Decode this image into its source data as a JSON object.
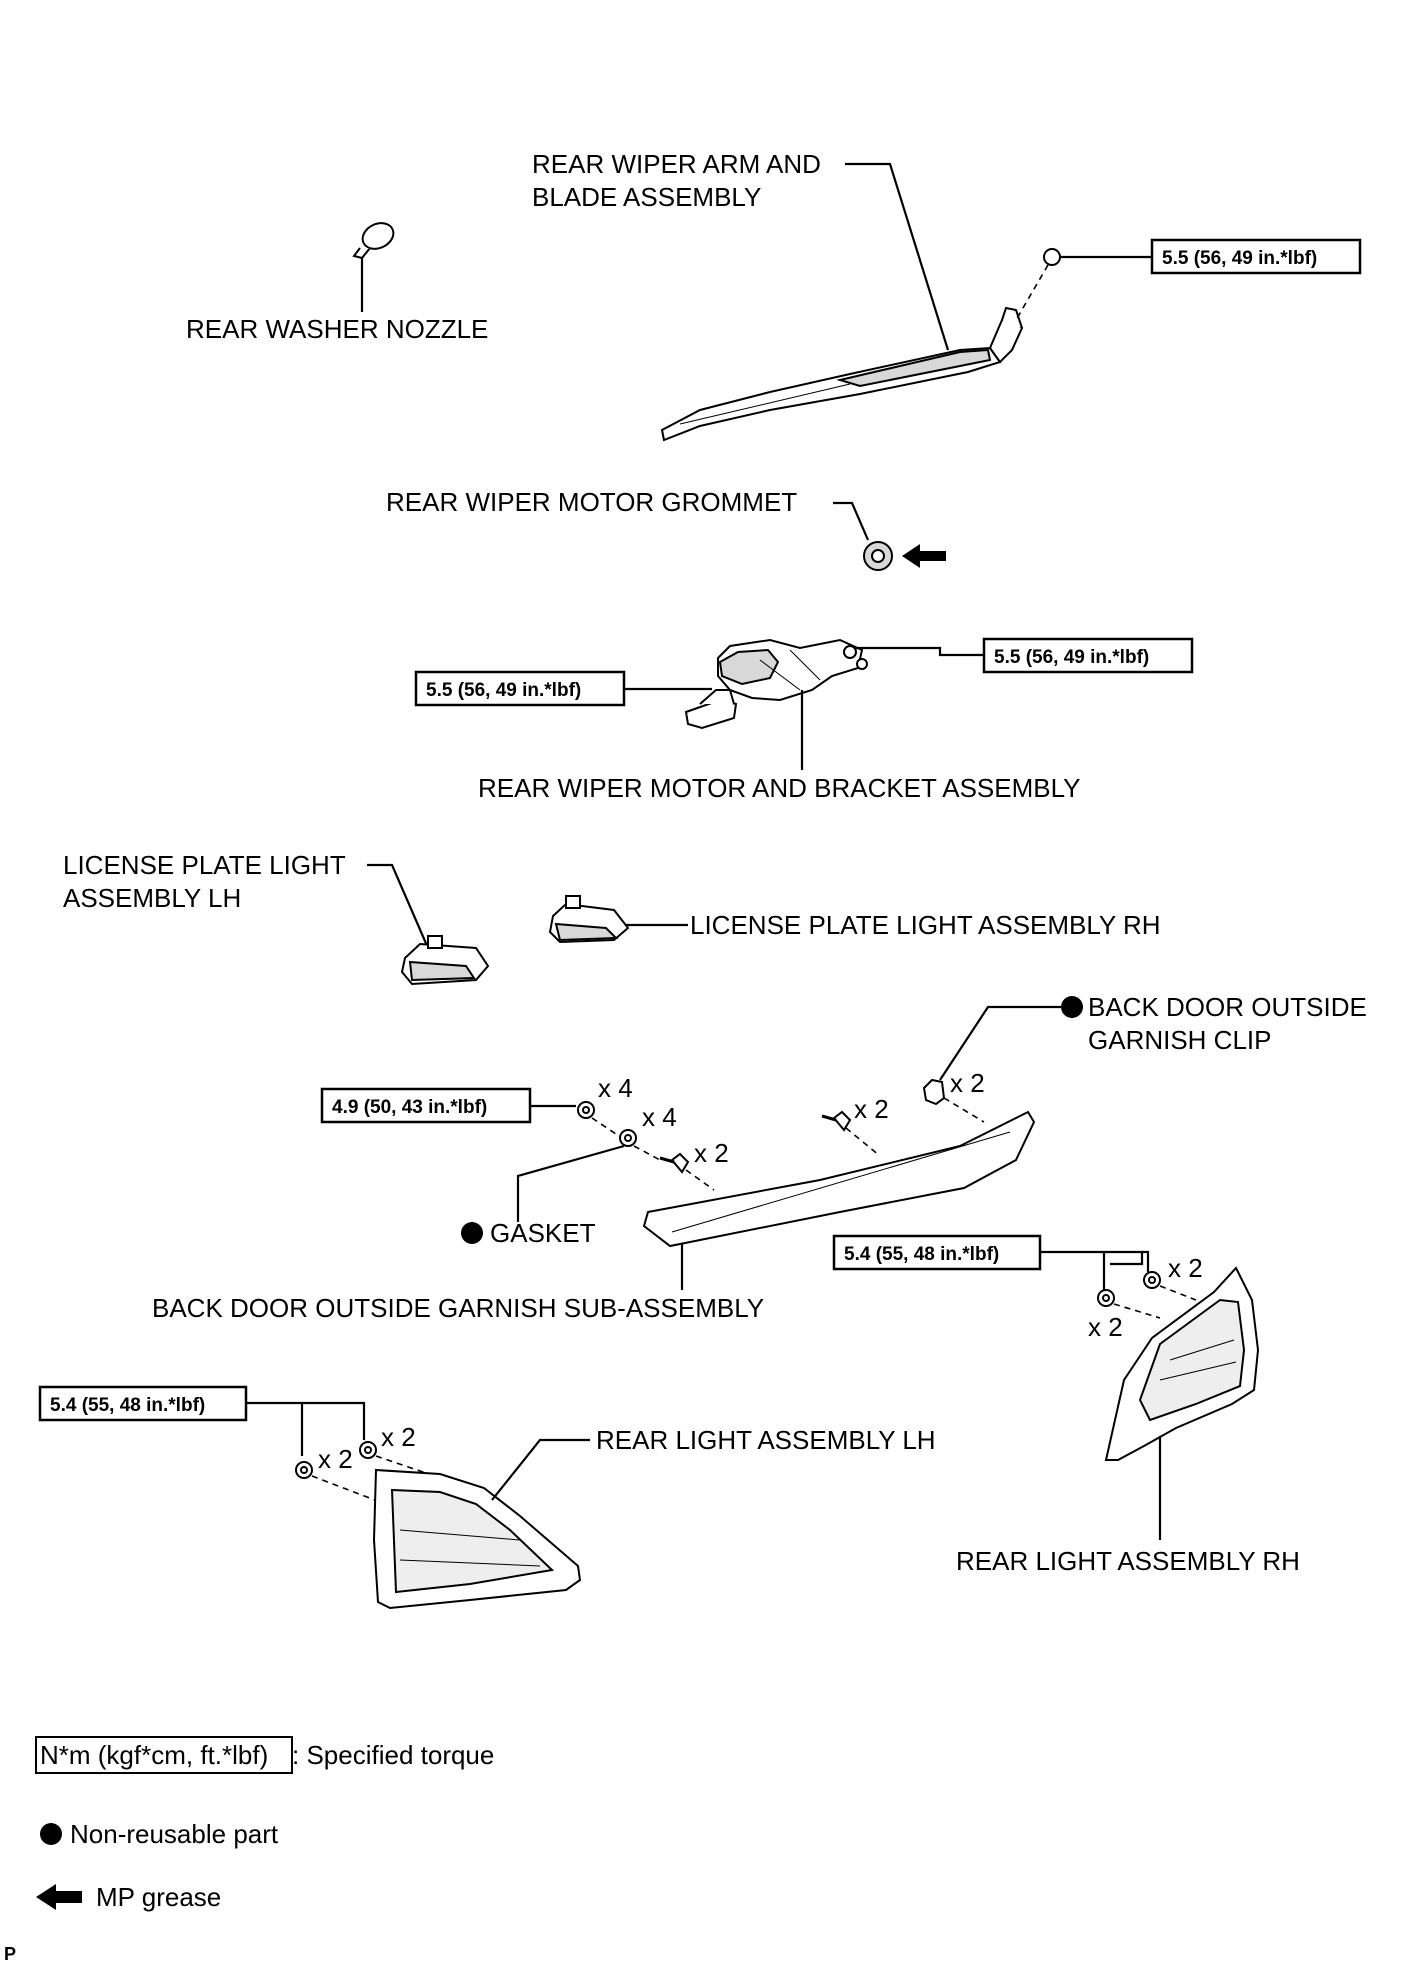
{
  "labels": {
    "rear_wiper_arm_line1": "REAR WIPER ARM AND",
    "rear_wiper_arm_line2": "BLADE ASSEMBLY",
    "rear_washer_nozzle": "REAR WASHER NOZZLE",
    "rear_wiper_motor_grommet": "REAR WIPER MOTOR GROMMET",
    "rear_wiper_motor_bracket": "REAR WIPER MOTOR AND BRACKET ASSEMBLY",
    "license_lh_line1": "LICENSE PLATE LIGHT",
    "license_lh_line2": "ASSEMBLY LH",
    "license_rh": "LICENSE PLATE LIGHT ASSEMBLY RH",
    "garnish_clip_line1": "BACK DOOR OUTSIDE",
    "garnish_clip_line2": "GARNISH CLIP",
    "gasket": "GASKET",
    "garnish_sub": "BACK DOOR OUTSIDE GARNISH SUB-ASSEMBLY",
    "rear_light_lh": "REAR LIGHT ASSEMBLY LH",
    "rear_light_rh": "REAR LIGHT ASSEMBLY RH"
  },
  "torques": {
    "wiper_arm": "5.5 (56, 49 in.*lbf)",
    "motor_left": "5.5 (56, 49 in.*lbf)",
    "motor_right": "5.5 (56, 49 in.*lbf)",
    "garnish": "4.9 (50, 43 in.*lbf)",
    "light_rh": "5.4 (55, 48 in.*lbf)",
    "light_lh": "5.4 (55, 48 in.*lbf)"
  },
  "counts": {
    "garnish_nut": "x 4",
    "gasket": "x 4",
    "garnish_screw_left": "x 2",
    "garnish_screw_right": "x 2",
    "garnish_clip": "x 2",
    "light_rh_upper": "x 2",
    "light_rh_lower": "x 2",
    "light_lh_right": "x 2",
    "light_lh_left": "x 2"
  },
  "legend": {
    "torque_box": "N*m (kgf*cm, ft.*lbf)",
    "torque_desc": ": Specified torque",
    "non_reusable": "Non-reusable part",
    "mp_grease": "MP grease"
  },
  "corner_mark": "P",
  "icons": [
    "non-reusable-dot-icon",
    "mp-grease-arrow-icon"
  ]
}
